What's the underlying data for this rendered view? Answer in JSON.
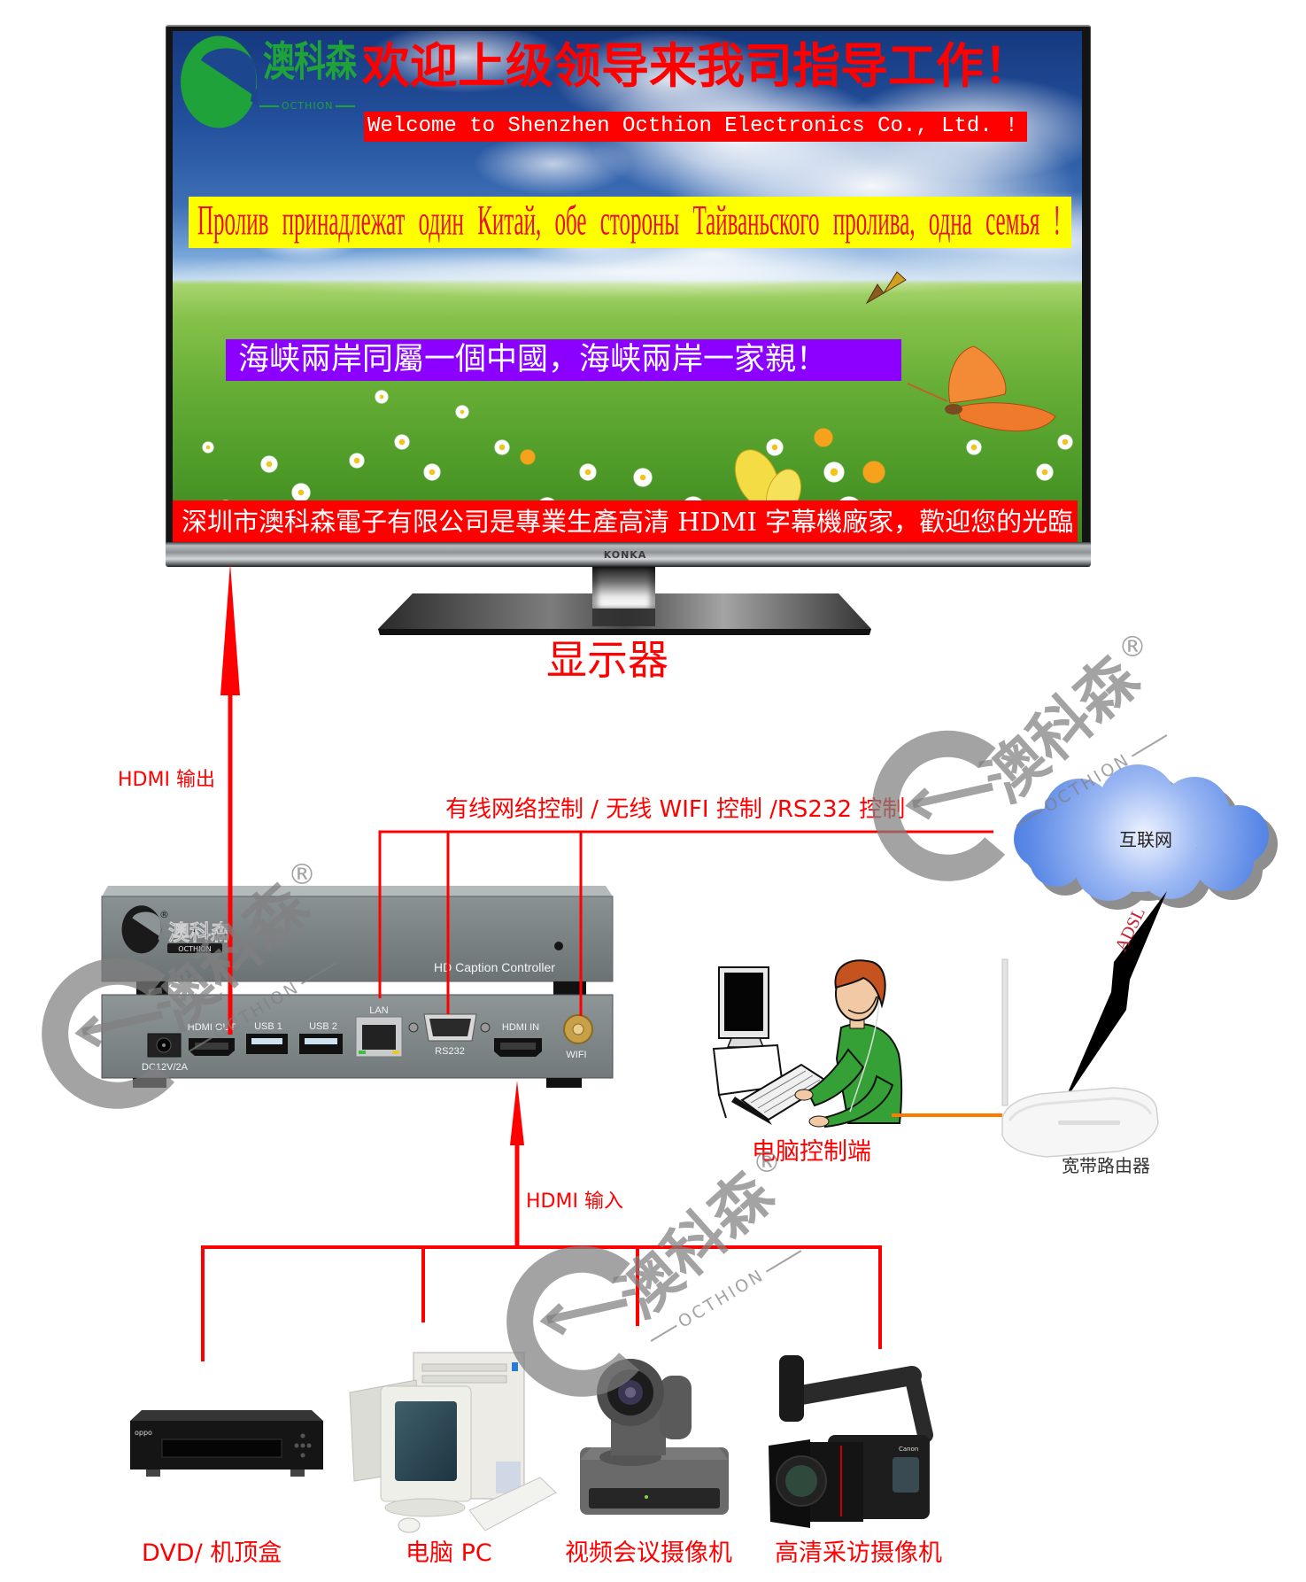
{
  "colors": {
    "accent_red": "#ff0000",
    "banner_yellow": "#ffff00",
    "banner_purple": "#8b00ff",
    "logo_green": "#1fa23a",
    "cloud_blue": "#5b8def",
    "lan_link_orange": "#ff7a00",
    "watermark_gray": "#9a9a9a"
  },
  "monitor": {
    "label": "显示器",
    "brand": "KONKA",
    "screen": {
      "logo": {
        "name": "澳科森",
        "sub": "OCTHION"
      },
      "title": "欢迎上级领导来我司指导工作！",
      "welcome_banner": "Welcome to Shenzhen Octhion Electronics Co., Ltd. !",
      "russian_banner": "Пролив принадлежат один Китай, обе стороны Тайваньского пролива, одна семья !",
      "purple_banner": "海峡兩岸同屬一個中國，海峡兩岸一家親！",
      "bottom_banner": "深圳市澳科森電子有限公司是專業生產高清 HDMI 字幕機廠家，歡迎您的光臨！"
    }
  },
  "links": {
    "hdmi_output": "HDMI 输出",
    "hdmi_input": "HDMI 输入",
    "control": "有线网络控制 / 无线 WIFI 控制 /RS232 控制",
    "adsl": "ADSL"
  },
  "controller": {
    "model": "HD Caption Controller",
    "logo": {
      "name": "澳科森",
      "sub": "OCTHION",
      "mark": "®"
    },
    "ports": {
      "dc": "DC12V/2A",
      "hdmi_out": "HDMI OUT",
      "usb1": "USB 1",
      "usb2": "USB 2",
      "lan": "LAN",
      "rs232": "RS232",
      "hdmi_in": "HDMI IN",
      "wifi": "WIFI"
    }
  },
  "network": {
    "internet": "互联网",
    "pc_control": "电脑控制端",
    "router": "宽带路由器"
  },
  "sources": [
    {
      "label": "DVD/ 机顶盒",
      "brand": "oppo"
    },
    {
      "label": "电脑 PC"
    },
    {
      "label": "视频会议摄像机"
    },
    {
      "label": "高清采访摄像机",
      "brand": "Canon"
    }
  ],
  "watermark": {
    "name": "澳科森",
    "sub": "OCTHION",
    "mark": "®"
  }
}
